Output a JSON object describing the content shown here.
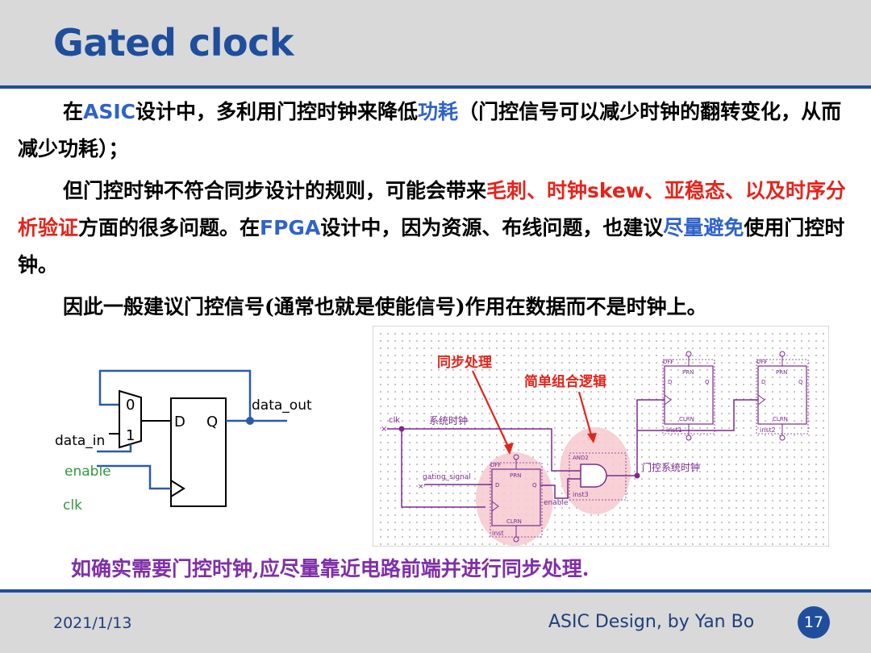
{
  "slide": {
    "title": "Gated clock",
    "page_number": "17",
    "date": "2021/1/13",
    "course": "ASIC Design, by Yan Bo"
  },
  "body": {
    "p1": {
      "a": "在",
      "b": "ASIC",
      "c": "设计中，多利用门控时钟来降低",
      "d": "功耗",
      "e": "（门控信号可以减少时钟的翻转变化，从而减少功耗）；"
    },
    "p2": {
      "a": "但门控时钟不符合同步设计的规则，可能会带来",
      "b": "毛刺、时钟",
      "c": "skew",
      "d": "、亚稳态、以及时序分析验证",
      "e": "方面的很多问题。在",
      "f": "FPGA",
      "g": "设计中，因为资源、布线问题，也建议",
      "h": "尽量避免",
      "i": "使用门控时钟。"
    },
    "p3": "因此一般建议门控信号(通常也就是使能信号)作用在数据而不是时钟上。",
    "note": "如确实需要门控时钟,应尽量靠近电路前端并进行同步处理."
  },
  "left_diagram": {
    "mux_input_0": "0",
    "mux_input_1": "1",
    "ff_d": "D",
    "ff_q": "Q",
    "data_out": "data_out",
    "data_in": "data_in",
    "enable": "enable",
    "clk": "clk"
  },
  "right_diagram": {
    "annot_sync": "同步处理",
    "annot_logic": "简单组合逻辑",
    "clk_port": "clk",
    "sys_clock": "系统时钟",
    "gating_signal": "gating_signal",
    "gated_sys_clock": "门控系统时钟",
    "and_label": "AND2",
    "inst_label": "inst",
    "inst1_label": "inst1",
    "inst2_label": "inst2",
    "inst3_label": "inst3",
    "enable_label": "enable",
    "dff": "DFF",
    "prn": "PRN",
    "clrn": "CLRN",
    "d": "D",
    "q": "Q"
  },
  "colors": {
    "title_blue": "#1f4e9c",
    "highlight_blue": "#2f63c8",
    "highlight_red": "#e3241b",
    "note_purple": "#7f2fa8",
    "wire_purple": "#7a2a8c",
    "green_label": "#2e9a3a"
  }
}
